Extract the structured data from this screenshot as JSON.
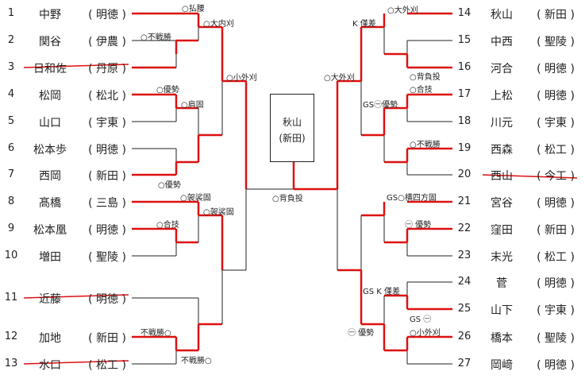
{
  "colors": {
    "win": "#dd1111",
    "line": "#222222",
    "strike": "#dd1111"
  },
  "champion": {
    "name": "秋山",
    "school": "(新田)"
  },
  "left_entries": [
    {
      "num": "1",
      "name": "中野",
      "school": "明徳",
      "struck": false
    },
    {
      "num": "2",
      "name": "関谷",
      "school": "伊農",
      "struck": false
    },
    {
      "num": "3",
      "name": "日和佐",
      "school": "丹原",
      "struck": true
    },
    {
      "num": "4",
      "name": "松岡",
      "school": "松北",
      "struck": false
    },
    {
      "num": "5",
      "name": "山口",
      "school": "宇東",
      "struck": false
    },
    {
      "num": "6",
      "name": "松本歩",
      "school": "明徳",
      "struck": false
    },
    {
      "num": "7",
      "name": "西岡",
      "school": "新田",
      "struck": false
    },
    {
      "num": "8",
      "name": "髙橋",
      "school": "三島",
      "struck": false
    },
    {
      "num": "9",
      "name": "松本凰",
      "school": "明徳",
      "struck": false
    },
    {
      "num": "10",
      "name": "増田",
      "school": "聖陵",
      "struck": false
    },
    {
      "num": "11",
      "name": "近藤",
      "school": "明徳",
      "struck": true
    },
    {
      "num": "12",
      "name": "加地",
      "school": "新田",
      "struck": false
    },
    {
      "num": "13",
      "name": "水口",
      "school": "松工",
      "struck": true
    }
  ],
  "right_entries": [
    {
      "num": "14",
      "name": "秋山",
      "school": "新田",
      "struck": false
    },
    {
      "num": "15",
      "name": "中西",
      "school": "聖陵",
      "struck": false
    },
    {
      "num": "16",
      "name": "河合",
      "school": "明徳",
      "struck": false
    },
    {
      "num": "17",
      "name": "上松",
      "school": "明徳",
      "struck": false
    },
    {
      "num": "18",
      "name": "川元",
      "school": "宇東",
      "struck": false
    },
    {
      "num": "19",
      "name": "西森",
      "school": "松工",
      "struck": false
    },
    {
      "num": "20",
      "name": "西山",
      "school": "今工",
      "struck": true
    },
    {
      "num": "21",
      "name": "宮谷",
      "school": "明徳",
      "struck": false
    },
    {
      "num": "22",
      "name": "窪田",
      "school": "新田",
      "struck": false
    },
    {
      "num": "23",
      "name": "末光",
      "school": "松工",
      "struck": false
    },
    {
      "num": "24",
      "name": "菅",
      "school": "明徳",
      "struck": false
    },
    {
      "num": "25",
      "name": "山下",
      "school": "宇東",
      "struck": false
    },
    {
      "num": "26",
      "name": "橋本",
      "school": "聖陵",
      "struck": false
    },
    {
      "num": "27",
      "name": "岡﨑",
      "school": "明徳",
      "struck": false
    }
  ],
  "win_labels": [
    "○払腰",
    "○不戦勝",
    "○大内刈",
    "○小外刈",
    "○優勢",
    "○肩固",
    "○優勢",
    "○袈裟固",
    "○袈裟固",
    "○合技",
    "不戦勝○",
    "不戦勝○",
    "○背負投",
    "K 僅差",
    "○大外刈",
    "○大外刈",
    "○背負投",
    "○合技",
    "GS㊀優勢",
    "○不戦勝",
    "GS○横四方固",
    "㊀ 優勢",
    "GS K 僅差",
    "GS ㊀",
    "○小外刈",
    "㊀ 優勢"
  ]
}
